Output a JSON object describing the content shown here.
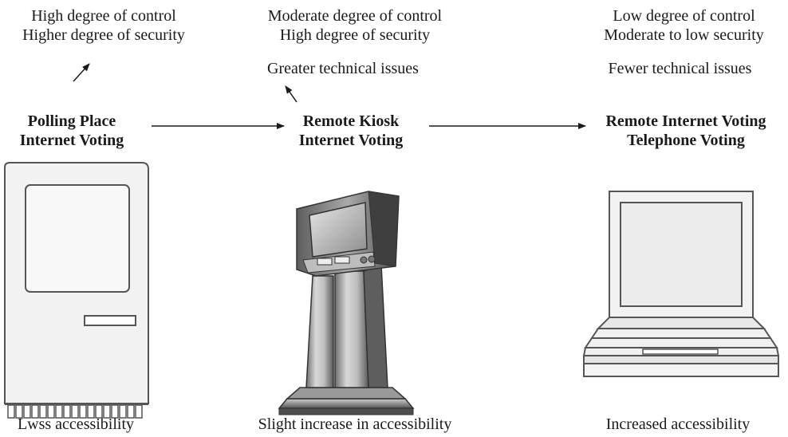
{
  "columns": [
    {
      "control": "High degree of control",
      "security": "Higher degree of security",
      "technical": "",
      "title_line1": "Polling Place",
      "title_line2": "Internet Voting",
      "device_icon": "desktop-computer-icon",
      "accessibility": "Lwss accessibility"
    },
    {
      "control": "Moderate degree of control",
      "security": "High degree of security",
      "technical": "Greater technical issues",
      "title_line1": "Remote Kiosk",
      "title_line2": "Internet Voting",
      "device_icon": "kiosk-icon",
      "accessibility": "Slight increase in accessibility"
    },
    {
      "control": "Low degree of control",
      "security": "Moderate to low security",
      "technical": "Fewer technical issues",
      "title_line1": "Remote Internet Voting",
      "title_line2": "Telephone Voting",
      "device_icon": "laptop-icon",
      "accessibility": "Increased accessibility"
    }
  ]
}
